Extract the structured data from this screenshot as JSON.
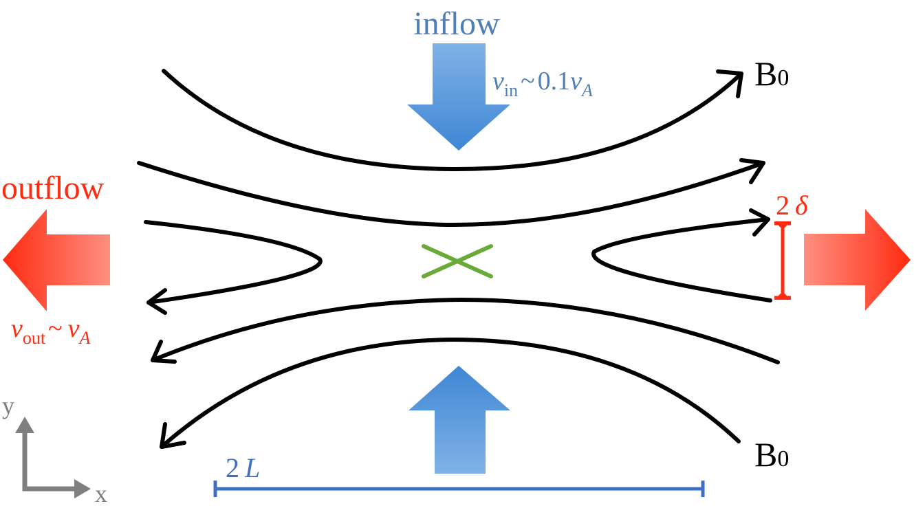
{
  "labels": {
    "inflow": "inflow",
    "outflow": "outflow",
    "b0_top": "B",
    "b0_top_sub": "0",
    "b0_bottom": "B",
    "b0_bottom_sub": "0",
    "vin_v": "v",
    "vin_sub": "in",
    "vin_sim": "~",
    "vin_coef": "0.1",
    "vin_va": "v",
    "vin_va_sub": "A",
    "vout_v": "v",
    "vout_sub": "out",
    "vout_sim": "~",
    "vout_va": "v",
    "vout_va_sub": "A",
    "delta_num": "2",
    "delta_sym": "δ",
    "length_num": "2",
    "length_sym": "L",
    "axis_y": "y",
    "axis_x": "x"
  },
  "colors": {
    "field_lines": "#000000",
    "inflow": "#4a8fd6",
    "inflow_light": "#7fb2e6",
    "outflow": "#ff3b1f",
    "outflow_light": "#ff8f80",
    "x_point": "#6aaa3a",
    "length_bar": "#3f6fc0",
    "axes": "#7f7f7f",
    "inflow_text": "#4f7fb6",
    "outflow_text": "#ff2a10"
  }
}
